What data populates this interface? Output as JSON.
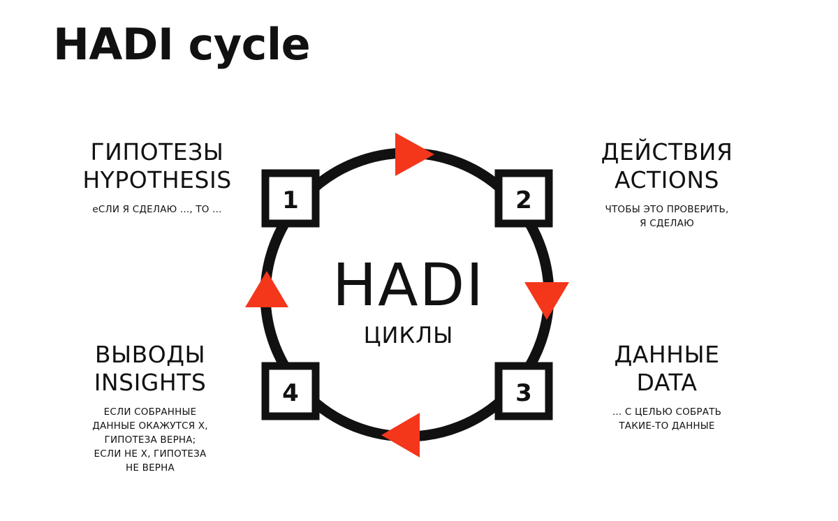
{
  "title": "HADI cycle",
  "colors": {
    "accent": "#f4361b",
    "ink": "#111111",
    "background": "#ffffff"
  },
  "center": {
    "main": "HADI",
    "sub": "ЦИКЛЫ"
  },
  "stages": [
    {
      "number": "1",
      "title_ru": "ГИПОТЕЗЫ",
      "title_en": "HYPOTHESIS",
      "description": "еСЛИ Я СДЕЛАЮ ..., ТО ..."
    },
    {
      "number": "2",
      "title_ru": "ДЕЙСТВИЯ",
      "title_en": "ACTIONS",
      "description": "ЧТОБЫ ЭТО ПРОВЕРИТЬ,\nЯ СДЕЛАЮ"
    },
    {
      "number": "3",
      "title_ru": "ДАННЫЕ",
      "title_en": "DATA",
      "description": "... С ЦЕЛЬЮ СОБРАТЬ\nТАКИЕ-ТО ДАННЫЕ"
    },
    {
      "number": "4",
      "title_ru": "ВЫВОДЫ",
      "title_en": "INSIGHTS",
      "description": "ЕСЛИ СОБРАННЫЕ\nДАННЫЕ ОКАЖУТСЯ Х,\nГИПОТЕЗА ВЕРНА;\nЕСЛИ НЕ Х, ГИПОТЕЗА\nНЕ ВЕРНА"
    }
  ],
  "arrows": [
    {
      "name": "arrow-right-icon",
      "direction": "clockwise"
    },
    {
      "name": "arrow-down-icon",
      "direction": "clockwise"
    },
    {
      "name": "arrow-left-icon",
      "direction": "clockwise"
    },
    {
      "name": "arrow-up-icon",
      "direction": "clockwise"
    }
  ]
}
